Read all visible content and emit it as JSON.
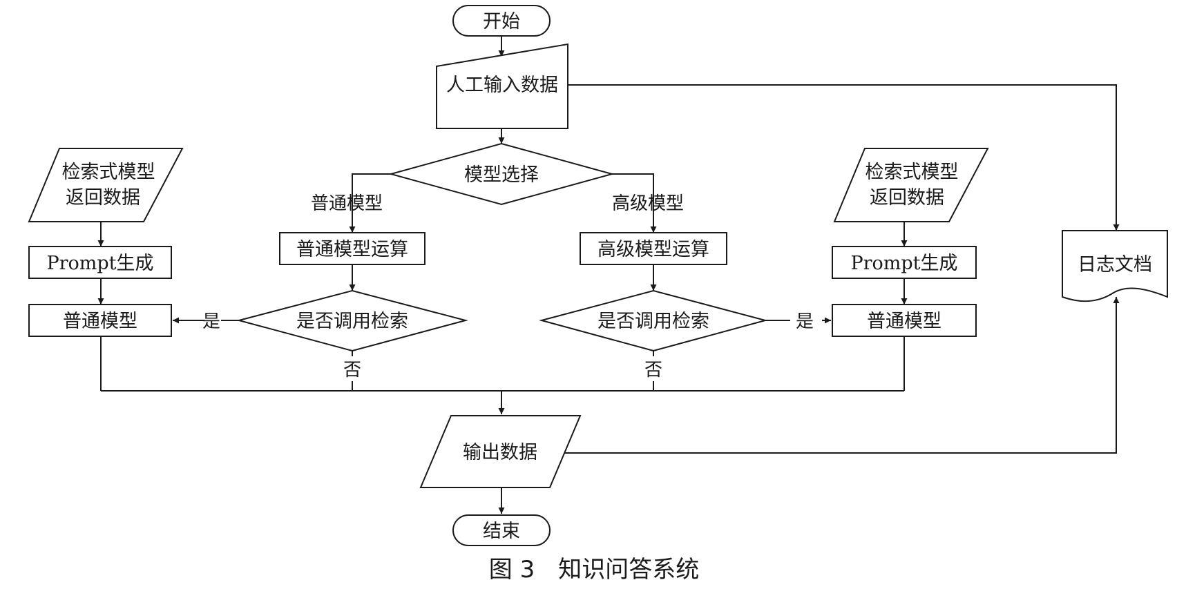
{
  "nodes": {
    "start": "开始",
    "input": "人工输入数据",
    "model_select": "模型选择",
    "normal_compute": "普通模型运算",
    "advanced_compute": "高级模型运算",
    "retrieve_check_left": "是否调用检索",
    "retrieve_check_right": "是否调用检索",
    "retrieval_return_left": [
      "检索式模型",
      "返回数据"
    ],
    "retrieval_return_right": [
      "检索式模型",
      "返回数据"
    ],
    "prompt_left": "Prompt生成",
    "prompt_right": "Prompt生成",
    "normal_model_left": "普通模型",
    "normal_model_right": "普通模型",
    "output": "输出数据",
    "end": "结束",
    "log": "日志文档"
  },
  "edge_labels": {
    "normal_branch": "普通模型",
    "advanced_branch": "高级模型",
    "yes_left": "是",
    "yes_right": "是",
    "no_left": "否",
    "no_right": "否"
  },
  "caption": "图 3　知识问答系统"
}
